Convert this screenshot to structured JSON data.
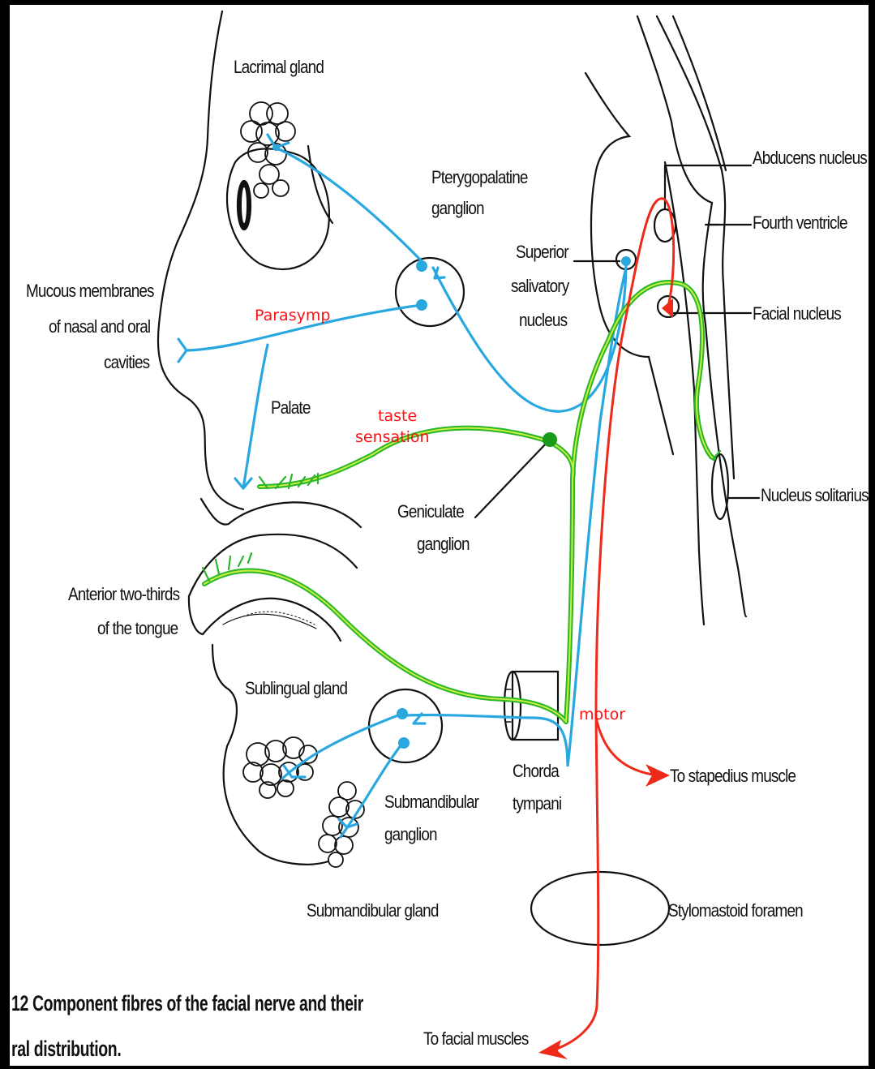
{
  "labels": {
    "lacrimal_gland": "Lacrimal gland",
    "pterygopalatine_ganglion": [
      "Pterygopalatine",
      "ganglion"
    ],
    "superior_salivatory_nucleus": [
      "Superior",
      "salivatory",
      "nucleus"
    ],
    "abducens_nucleus": "Abducens nucleus",
    "fourth_ventricle": "Fourth ventricle",
    "facial_nucleus": "Facial nucleus",
    "mucous_membranes": [
      "Mucous membranes",
      "of nasal and oral",
      "cavities"
    ],
    "palate": "Palate",
    "nucleus_solitarius": "Nucleus solitarius",
    "geniculate_ganglion": [
      "Geniculate",
      "ganglion"
    ],
    "anterior_tongue": [
      "Anterior two-thirds",
      "of the tongue"
    ],
    "sublingual_gland": "Sublingual gland",
    "chorda_tympani": [
      "Chorda",
      "tympani"
    ],
    "to_stapedius": "To stapedius muscle",
    "submandibular_ganglion": [
      "Submandibular",
      "ganglion"
    ],
    "stylomastoid_foramen": "Stylomastoid foramen",
    "submandibular_gland": "Submandibular gland",
    "to_facial_muscles": "To facial muscles"
  },
  "annotations": {
    "parasymp": "Parasymp",
    "taste": [
      "taste",
      "sensation"
    ],
    "motor": "motor"
  },
  "caption": [
    "12  Component fibres of the facial nerve and their",
    "ral distribution."
  ],
  "colors": {
    "parasympathetic": "#29a8e0",
    "taste": "#2bb52b",
    "taste_inner": "#c8f040",
    "motor": "#ee2a1a",
    "annotation": "#ff1010",
    "outline": "#111111"
  }
}
